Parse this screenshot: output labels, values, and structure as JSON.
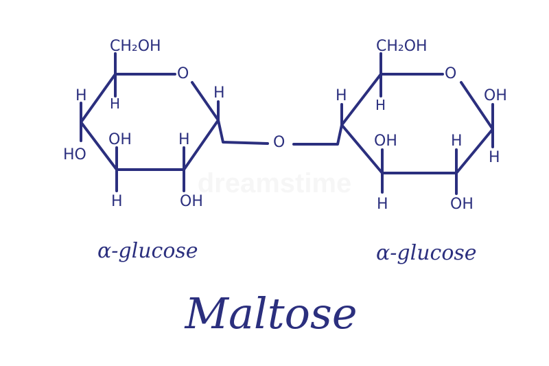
{
  "left_ring": {
    "ch2oh": "CH₂OH",
    "ring_o": "O",
    "h_top_right": "H",
    "h_upper_left": "H",
    "h_inner_top": "H",
    "oh_inner": "OH",
    "h_inner_right": "H",
    "ho_left": "HO",
    "h_bottom": "H",
    "oh_bottom": "OH",
    "caption": "α-glucose"
  },
  "linkage": {
    "o": "O"
  },
  "right_ring": {
    "ch2oh": "CH₂OH",
    "ring_o": "O",
    "oh_top_right": "OH",
    "h_upper_left": "H",
    "h_inner_top": "H",
    "oh_inner": "OH",
    "h_inner_right": "H",
    "h_right": "H",
    "h_bottom": "H",
    "oh_bottom": "OH",
    "caption": "α-glucose"
  },
  "title": "Maltose",
  "watermark": "dreamstime"
}
